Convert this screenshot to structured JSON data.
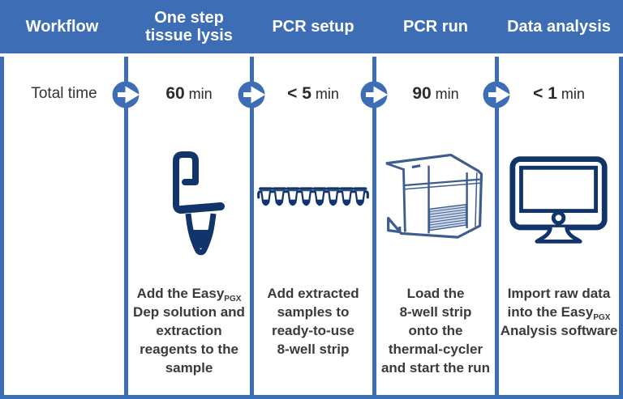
{
  "title": "PCR workflow total time diagram",
  "palette": {
    "band_blue": "#3d6eb5",
    "icon_navy": "#11356b",
    "machine_blue": "#3d5d8f",
    "machine_grille_fill": "#ccd7e8",
    "header_text": "#ffffff",
    "body_text": "#3a3a3c",
    "time_text": "#2b2b2d",
    "background": "#ffffff"
  },
  "columns": [
    {
      "header": "Workflow",
      "time_label": "Total time"
    },
    {
      "header": "One step\ntissue lysis",
      "time_value": "60",
      "time_unit": "min",
      "icon": "pcr-tube-icon",
      "desc": {
        "pre": "Add the Easy",
        "sub": "PGX",
        "post": "\nDep solution and\nextraction\nreagents to the\nsample"
      }
    },
    {
      "header": "PCR setup",
      "time_value": "< 5",
      "time_unit": "min",
      "icon": "8-well-strip-icon",
      "desc": {
        "text": "Add extracted\nsamples to\nready-to-use\n8-well strip"
      }
    },
    {
      "header": "PCR run",
      "time_value": "90",
      "time_unit": "min",
      "icon": "thermal-cycler-icon",
      "desc": {
        "text": "Load the\n8-well strip\nonto the\nthermal-cycler\nand start the run"
      }
    },
    {
      "header": "Data analysis",
      "time_value": "< 1",
      "time_unit": "min",
      "icon": "computer-monitor-icon",
      "desc": {
        "pre": "Import raw data\ninto the Easy",
        "sub": "PGX",
        "post": "\nAnalysis software"
      }
    }
  ]
}
